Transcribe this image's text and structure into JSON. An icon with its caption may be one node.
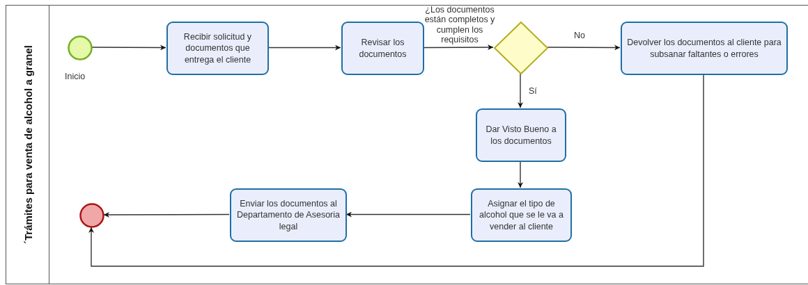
{
  "diagram": {
    "nodes": [
      {
        "text": [
          "´Trámites para venta de alcohol a granel"
        ]
      },
      {
        "text": [],
        "shape": "circle",
        "beside": [
          "Inicio"
        ],
        "in": 0
      },
      {
        "text": [
          "Recibir solicitud y documentos que entrega el cliente"
        ],
        "in": 0
      },
      {
        "text": [
          "Revisar los documentos"
        ],
        "in": 0
      },
      {
        "text": [
          "¿Los documentos están completos y cumplen los requisitos"
        ],
        "in": 0
      },
      {
        "text": [
          "Devolver los documentos al cliente para subsanar faltantes o errores"
        ],
        "in": 0
      },
      {
        "text": [
          "Dar Visto Bueno a los documentos"
        ],
        "in": 0
      },
      {
        "text": [
          "Asignar el tipo de alcohol que se le va a vender al cliente"
        ],
        "in": 0
      },
      {
        "text": [
          "Enviar los documentos al Departamento de Asesoria legal"
        ],
        "in": 0
      },
      {
        "text": [],
        "shape": "circle",
        "in": 0
      }
    ],
    "edges": [
      {
        "from": 1,
        "to": 2,
        "arrow": "to"
      },
      {
        "from": 2,
        "to": 3,
        "arrow": "to"
      },
      {
        "from": 3,
        "to": 4,
        "arrow": "to"
      },
      {
        "from": 4,
        "to": 5,
        "arrow": "to",
        "label": "No"
      },
      {
        "from": 4,
        "to": 6,
        "arrow": "to",
        "label": "Sí"
      },
      {
        "from": 6,
        "to": 7,
        "arrow": "to"
      },
      {
        "from": 7,
        "to": 8,
        "arrow": "to"
      },
      {
        "from": 8,
        "to": 9,
        "arrow": "to"
      },
      {
        "from": 5,
        "to": 9,
        "arrow": "to"
      }
    ]
  }
}
